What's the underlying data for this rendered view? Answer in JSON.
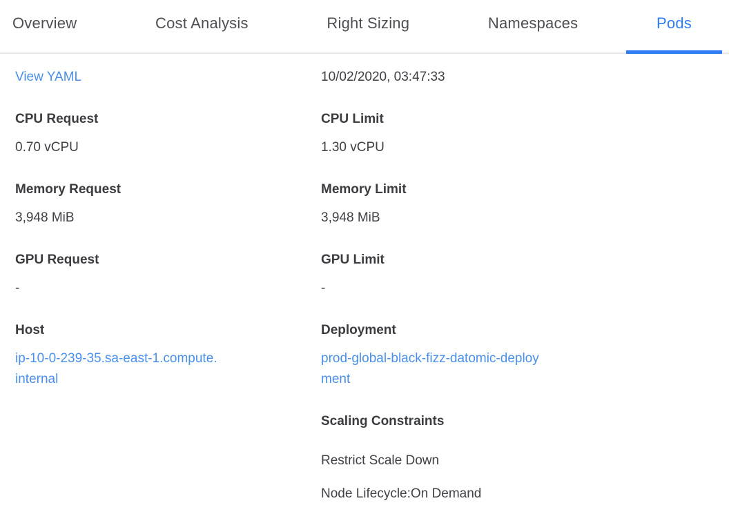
{
  "colors": {
    "accent_blue": "#2e7cf5",
    "link_blue": "#4a90e8",
    "text_dark": "#3b3c40",
    "tab_inactive": "#4c4e54",
    "divider": "#e9e9e9"
  },
  "tabs": {
    "items": [
      {
        "label": "Overview",
        "active": false
      },
      {
        "label": "Cost Analysis",
        "active": false
      },
      {
        "label": "Right Sizing",
        "active": false
      },
      {
        "label": "Namespaces",
        "active": false
      },
      {
        "label": "Pods",
        "active": true
      }
    ]
  },
  "toolbar": {
    "view_yaml_label": "View YAML",
    "timestamp": "10/02/2020, 03:47:33"
  },
  "details": {
    "left": [
      {
        "label": "CPU Request",
        "value": "0.70 vCPU",
        "type": "text"
      },
      {
        "label": "Memory Request",
        "value": "3,948 MiB",
        "type": "text"
      },
      {
        "label": "GPU Request",
        "value": "-",
        "type": "text"
      },
      {
        "label": "Host",
        "value": "ip-10-0-239-35.sa-east-1.compute.internal",
        "type": "link"
      }
    ],
    "right": [
      {
        "label": "CPU Limit",
        "value": "1.30 vCPU",
        "type": "text"
      },
      {
        "label": "Memory Limit",
        "value": "3,948 MiB",
        "type": "text"
      },
      {
        "label": "GPU Limit",
        "value": "-",
        "type": "text"
      },
      {
        "label": "Deployment",
        "value": "prod-global-black-fizz-datomic-deployment",
        "type": "link"
      },
      {
        "label": "Scaling Constraints",
        "values": [
          "Restrict Scale Down",
          "Node Lifecycle:On Demand"
        ],
        "type": "multi"
      }
    ]
  }
}
